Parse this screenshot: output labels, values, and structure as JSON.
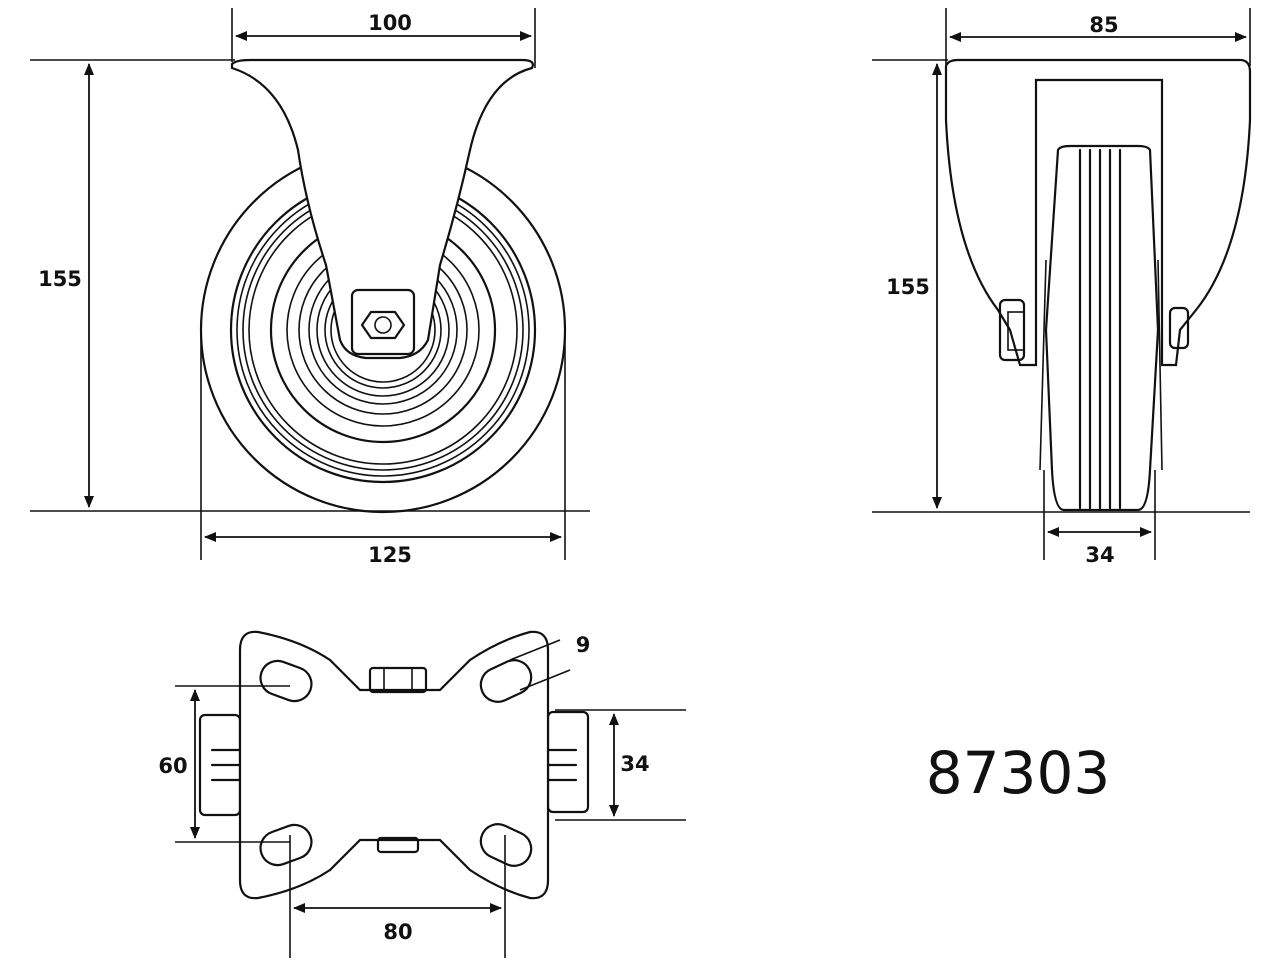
{
  "front_view": {
    "top_plate_width": "100",
    "overall_height": "155",
    "wheel_diameter": "125"
  },
  "side_view": {
    "top_plate_width": "85",
    "overall_height": "155",
    "wheel_width": "34"
  },
  "plate_view": {
    "slot_width": "9",
    "hole_spacing_vertical": "60",
    "hole_spacing_horizontal": "80",
    "slot_spacing_right": "34"
  },
  "model_number": "87303"
}
